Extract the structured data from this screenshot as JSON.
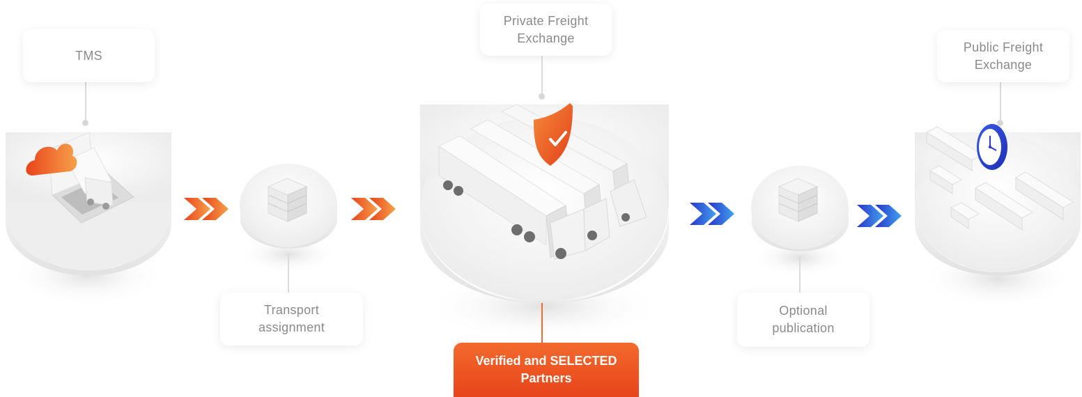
{
  "nodes": {
    "tms": {
      "label": "TMS"
    },
    "transport_assignment": {
      "label": "Transport\nassignment"
    },
    "private_exchange": {
      "label": "Private Freight\nExchange"
    },
    "optional_publication": {
      "label": "Optional\npublication"
    },
    "public_exchange": {
      "label": "Public Freight\nExchange"
    }
  },
  "highlight": {
    "label": "Verified and SELECTED\nPartners"
  },
  "icons": {
    "cloud": "cloud-icon",
    "shield": "shield-check-icon",
    "clock": "clock-icon",
    "pallet": "pallet-icon",
    "truck": "truck-icon"
  },
  "colors": {
    "orange": "#f26a2c",
    "orange_dark": "#e8441c",
    "blue": "#2f4fe0",
    "label_gray": "#8a8a8a"
  }
}
